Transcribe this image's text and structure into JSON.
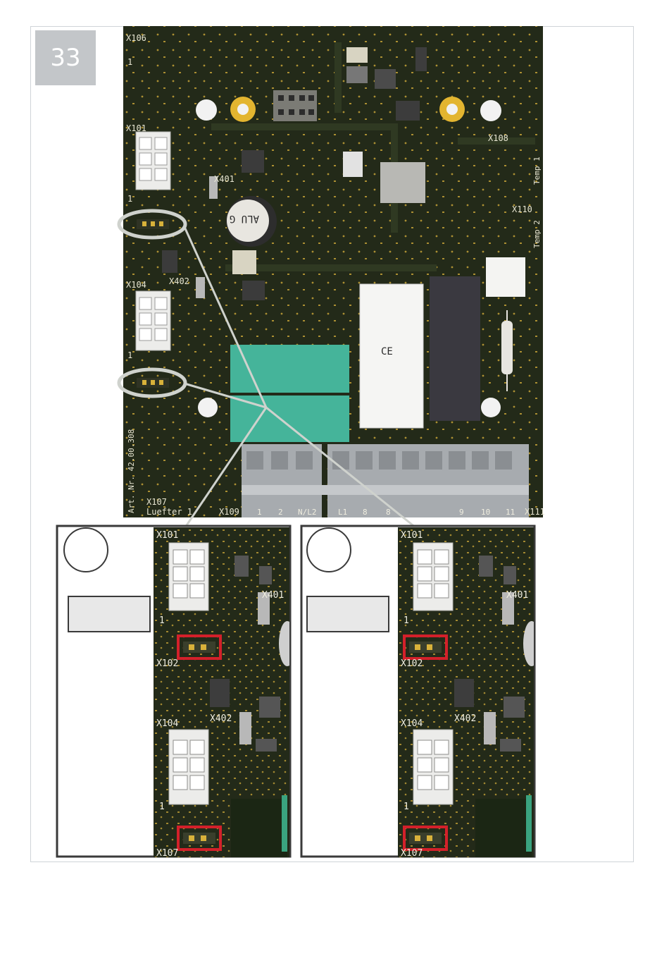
{
  "step_number": "33",
  "colors": {
    "pcb": "#232a19",
    "pad": "#d8b13a",
    "connector": "#e9e9e7",
    "highlight": "#d3202a",
    "callout_line": "#cfd2cd",
    "frame": "#cfd4d8"
  },
  "board": {
    "labels": {
      "x106": "X106",
      "x101": "X101",
      "x401": "X401",
      "x104": "X104",
      "x402": "X402",
      "x108": "X108",
      "temp1": "Temp 1",
      "x110": "X110",
      "temp2": "Temp 2",
      "art_nr": "Art. Nr. 42.00.308",
      "x107": "X107",
      "luefter": "Luefter 1",
      "x109": "X109",
      "x111": "X111",
      "pin1": "1",
      "capacitor": "ALU G",
      "relay": "CE"
    },
    "terminals": [
      "1",
      "2",
      "N/L2",
      "L1",
      "8",
      "8",
      "",
      "",
      "9",
      "10",
      "11"
    ]
  },
  "insets": [
    {
      "labels": {
        "x101": "X101",
        "x401": "X401",
        "x102": "X102",
        "x104": "X104",
        "x402": "X402",
        "x107": "X107",
        "pin1": "1"
      }
    },
    {
      "labels": {
        "x101": "X101",
        "x401": "X401",
        "x102": "X102",
        "x104": "X104",
        "x402": "X402",
        "x107": "X107",
        "pin1": "1"
      }
    }
  ]
}
